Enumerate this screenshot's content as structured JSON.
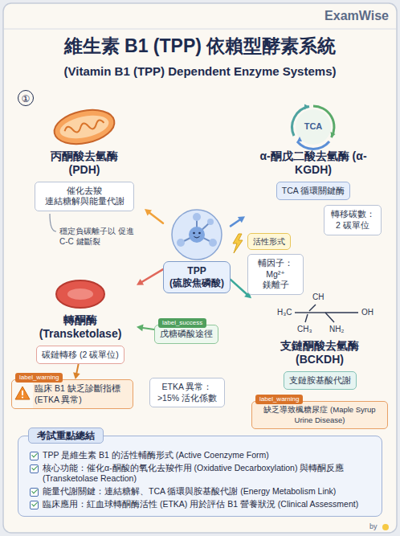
{
  "diagram": {
    "title": "維生素 B1 (TPP) 依賴型酵素系統",
    "nodes": [
      {
        "text": [
          "丙酮酸去氫酶 (PDH)"
        ]
      },
      {
        "text": [
          "催化去羧 連結糖解與能量代謝"
        ],
        "in": 0
      },
      {
        "text": [
          "α-酮戊二酸去氫酶 (α-KGDH)"
        ]
      },
      {
        "text": [
          "TCA 循環關鍵酶"
        ],
        "in": 2
      },
      {
        "text": [
          "轉移碳數： 2 碳單位"
        ],
        "in": 2
      },
      {
        "text": [
          "活性形式"
        ]
      },
      {
        "text": [
          "輔因子： Mg²⁺ 鎂離子"
        ]
      },
      {
        "text": [
          "TPP (硫胺焦磷酸)"
        ]
      },
      {
        "text": [
          "轉酮酶 (Transketolase)"
        ]
      },
      {
        "text": [
          "碳鏈轉移 (2 碳單位)"
        ],
        "in": 8
      },
      {
        "text": [
          "label_success",
          "戊糖磷酸途徑"
        ]
      },
      {
        "text": [
          "label_warning",
          "臨床 B1 缺乏診斷指標 (ETKA 異常)"
        ]
      },
      {
        "text": [
          "ETKA 異常： >15% 活化係數"
        ]
      },
      {
        "text": [
          "支鏈酮酸去氫酶 (BCKDH)"
        ]
      },
      {
        "text": [
          "支鏈胺基酸代謝"
        ],
        "in": 13
      },
      {
        "text": [
          "label_warning",
          "缺乏導致楓糖尿症 (Maple Syrup Urine Disease)"
        ],
        "in": 13
      },
      {
        "text": [
          "考試重點總結",
          "TPP 是維生素 B1 的活性輔酶形式 (Active Coenzyme Form)",
          "核心功能：催化α-酮酸的氧化去羧作用 (Oxidative Decarboxylation) 與轉酮反應 (Transketolase Reaction)",
          "能量代謝關鍵：連結糖解、TCA 循環與胺基酸代謝 (Energy Metabolism Link)",
          "臨床應用：紅血球轉酮酶活性 (ETKA) 用於評估 B1 營養狀況 (Clinical Assessment)"
        ]
      }
    ],
    "edges": [
      {
        "from": 7,
        "to": 0,
        "arrow": "to"
      },
      {
        "from": 7,
        "to": 2,
        "arrow": "to"
      },
      {
        "from": 7,
        "to": 8,
        "arrow": "to"
      },
      {
        "from": 7,
        "to": 13,
        "arrow": "to"
      },
      {
        "from": 10,
        "to": 8,
        "arrow": "to"
      },
      {
        "from": 9,
        "to": 11,
        "arrow": "to"
      }
    ],
    "labels": [
      "ExamWise",
      "(Vitamin B1 (TPP) Dependent Enzyme Systems)",
      "①",
      "穩定負碳離子以 促進 C-C 鍵斷裂",
      "TCA",
      "CH",
      "H₃C",
      "OH",
      "CH₃",
      "NH₂",
      "by"
    ]
  }
}
